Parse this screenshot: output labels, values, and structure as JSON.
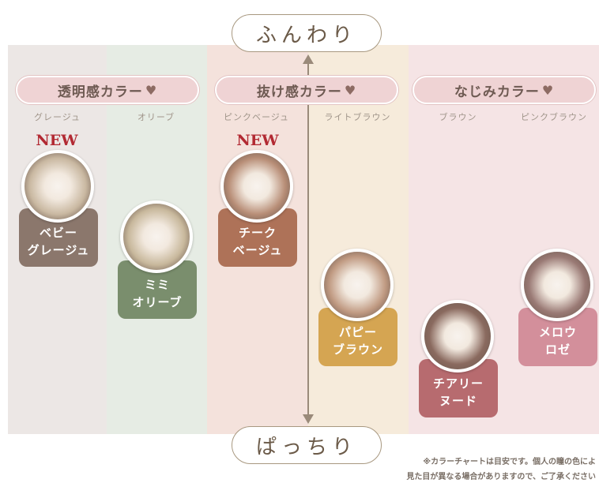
{
  "axis": {
    "top_label": "ふんわり",
    "bottom_label": "ぱっちり"
  },
  "groups": [
    {
      "label": "透明感カラー",
      "heart": "♥"
    },
    {
      "label": "抜け感カラー",
      "heart": "♥"
    },
    {
      "label": "なじみカラー",
      "heart": "♥"
    }
  ],
  "subcategories": [
    "グレージュ",
    "オリーブ",
    "ピンクベージュ",
    "ライトブラウン",
    "ブラウン",
    "ピンクブラウン"
  ],
  "badge_new": "NEW",
  "products": [
    {
      "line1": "ベビー",
      "line2": "グレージュ",
      "color": "#8b776c",
      "lens_color": "#c9b8a1"
    },
    {
      "line1": "ミミ",
      "line2": "オリーブ",
      "color": "#7a8e6d",
      "lens_color": "#c8b89c"
    },
    {
      "line1": "チーク",
      "line2": "ベージュ",
      "color": "#ae7258",
      "lens_color": "#b88e77"
    },
    {
      "line1": "パピー",
      "line2": "ブラウン",
      "color": "#d5a552",
      "lens_color": "#c09a82"
    },
    {
      "line1": "チアリー",
      "line2": "ヌード",
      "color": "#b76b6f",
      "lens_color": "#8a6a5f"
    },
    {
      "line1": "メロウ",
      "line2": "ロゼ",
      "color": "#d38f9b",
      "lens_color": "#9a7a75"
    }
  ],
  "note": {
    "line1": "※カラーチャートは目安です。個人の瞳の色によ",
    "line2": "見た目が異なる場合がありますので、ご了承ください"
  }
}
